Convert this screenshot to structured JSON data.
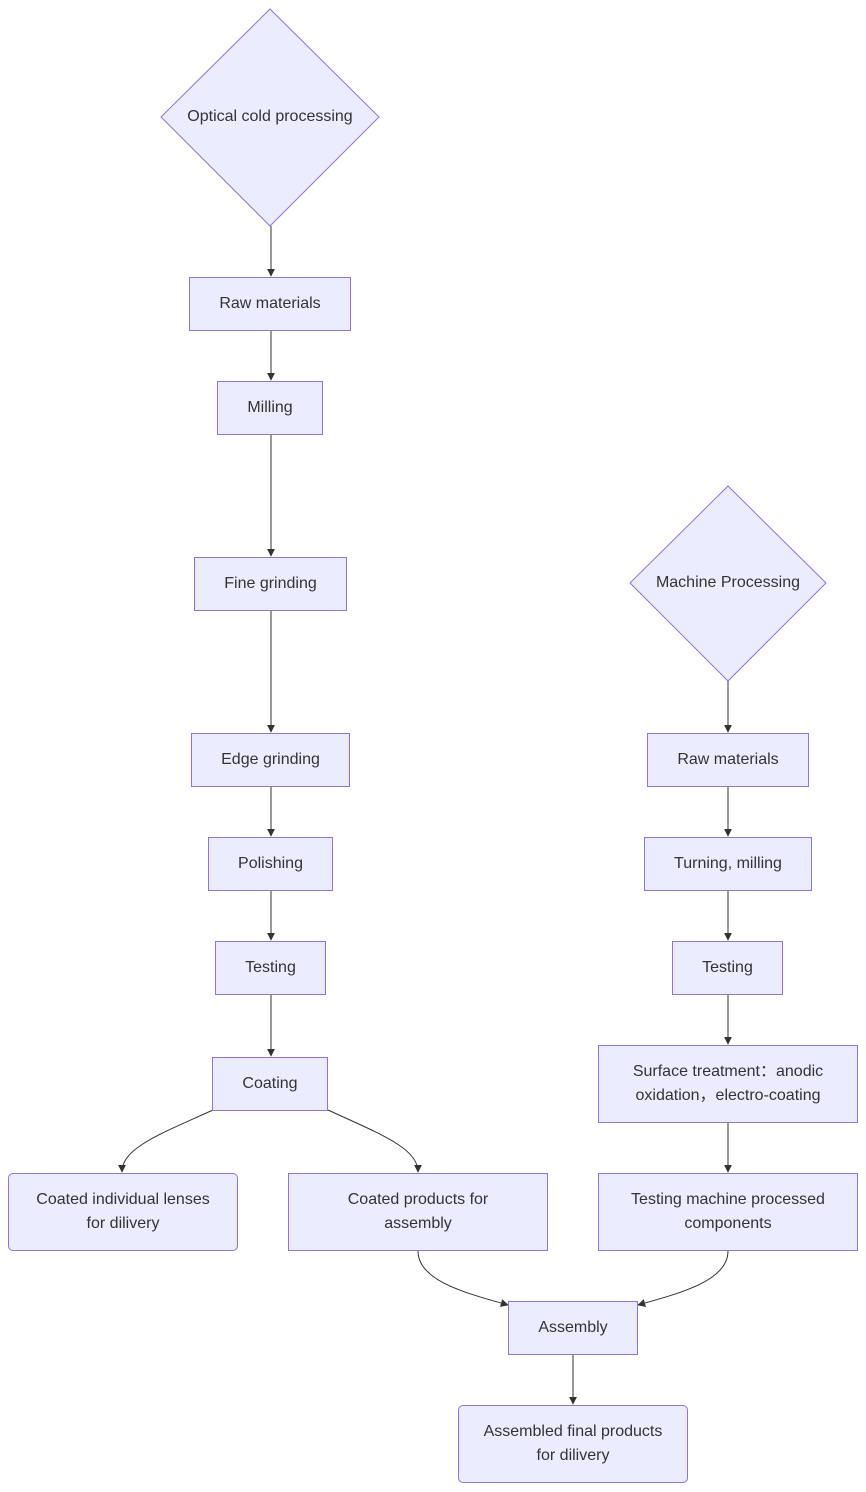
{
  "diagram": {
    "colors": {
      "node_fill": "#ececff",
      "node_border": "#9370db",
      "edge": "#333333",
      "text": "#333333"
    },
    "decisions": {
      "optical": "Optical cold processing",
      "machine": "Machine Processing"
    },
    "optical_steps": {
      "raw_materials": "Raw materials",
      "milling": "Milling",
      "fine_grinding": "Fine grinding",
      "edge_grinding": "Edge grinding",
      "polishing": "Polishing",
      "testing": "Testing",
      "coating": "Coating",
      "coated_lenses": "Coated individual lenses for dilivery",
      "coated_products": "Coated products for assembly"
    },
    "machine_steps": {
      "raw_materials": "Raw materials",
      "turning_milling": "Turning, milling",
      "testing": "Testing",
      "surface_treatment": "Surface treatment：anodic oxidation，electro-coating",
      "testing_components": "Testing machine processed components"
    },
    "final": {
      "assembly": "Assembly",
      "assembled_products": "Assembled final products for dilivery"
    }
  }
}
